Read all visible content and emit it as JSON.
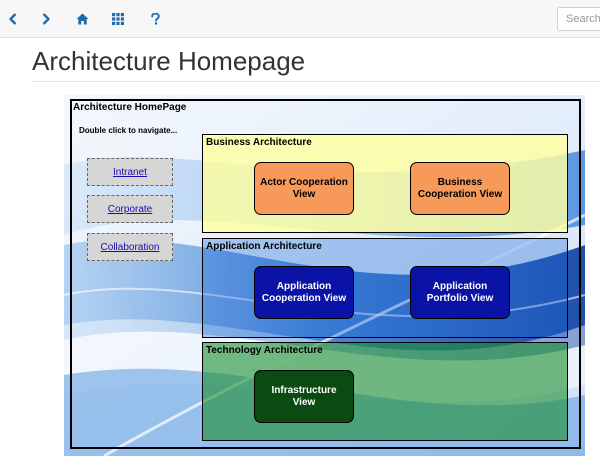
{
  "toolbar": {
    "search_placeholder": "Searching..."
  },
  "page": {
    "title": "Architecture Homepage"
  },
  "diagram": {
    "title": "Architecture HomePage",
    "hint": "Double click to navigate...",
    "links": [
      {
        "label": "Intranet"
      },
      {
        "label": "Corporate"
      },
      {
        "label": "Collaboration"
      }
    ],
    "layers": {
      "business": {
        "label": "Business Architecture",
        "views": [
          "Actor Cooperation View",
          "Business Cooperation View"
        ]
      },
      "application": {
        "label": "Application Architecture",
        "views": [
          "Application Cooperation View",
          "Application Portfolio View"
        ]
      },
      "technology": {
        "label": "Technology Architecture",
        "views": [
          "Infrastructure View"
        ]
      }
    }
  },
  "colors": {
    "business_layer": "#ffffa0",
    "application_layer": "#145fd7",
    "technology_layer": "#148c28",
    "business_view": "#f79a59",
    "application_view": "#0a13a6",
    "technology_view": "#0b4a10",
    "toolbar_icon": "#1f6cb0"
  }
}
